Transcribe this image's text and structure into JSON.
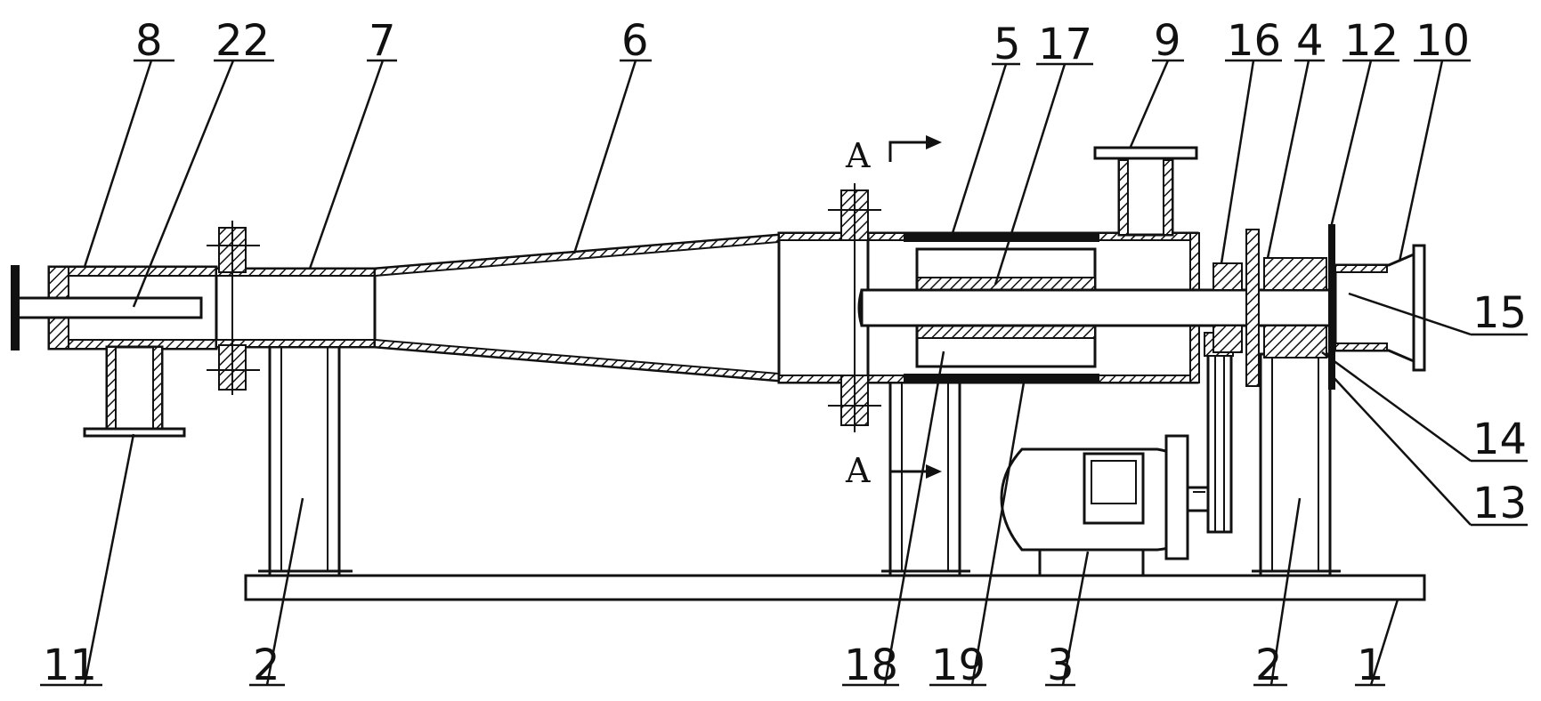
{
  "labels": {
    "l1": "1",
    "l2a": "2",
    "l2b": "2",
    "l3": "3",
    "l4": "4",
    "l5": "5",
    "l6": "6",
    "l7": "7",
    "l8": "8",
    "l9": "9",
    "l10": "10",
    "l11": "11",
    "l12": "12",
    "l13": "13",
    "l14": "14",
    "l15": "15",
    "l16": "16",
    "l17": "17",
    "l18": "18",
    "l19": "19",
    "l22": "22"
  },
  "section": {
    "top": "A",
    "bottom": "A"
  }
}
